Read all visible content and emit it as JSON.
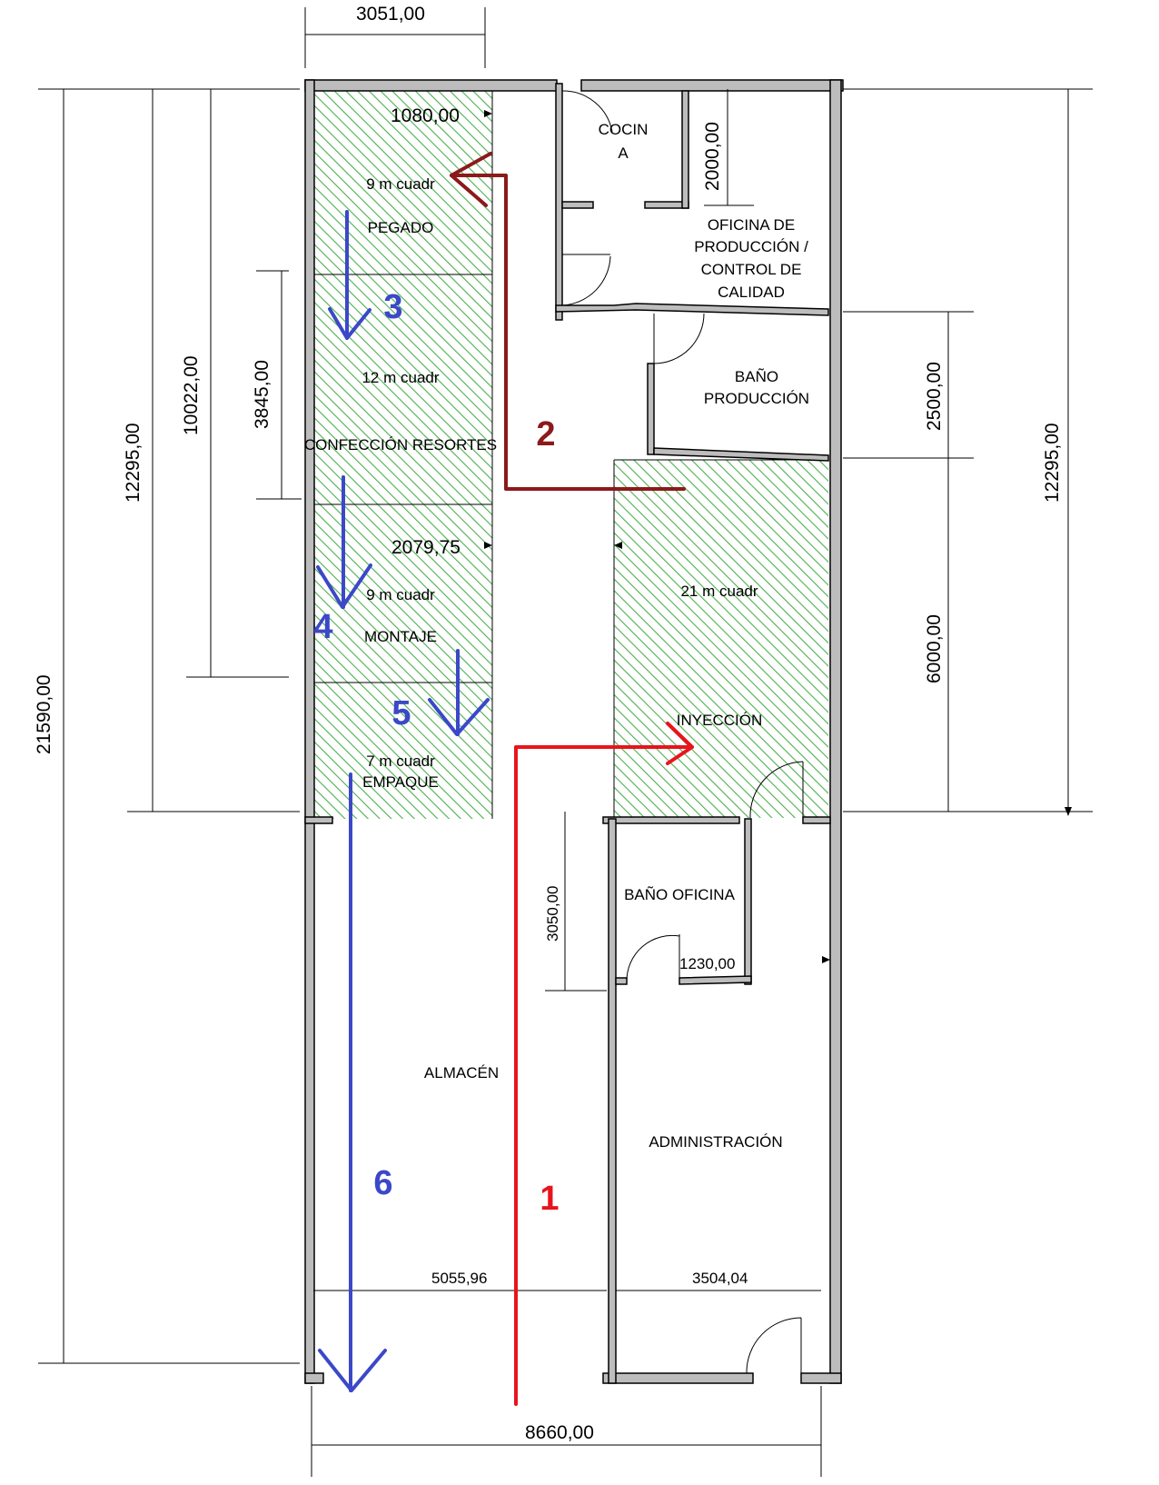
{
  "dimensions": {
    "top_width": "3051,00",
    "bottom_width": "8660,00",
    "left_total": "21590,00",
    "left_upper": "12295,00",
    "left_mid": "10022,00",
    "left_small": "3845,00",
    "right_upper": "12295,00",
    "right_bath": "2500,00",
    "right_inyeccion": "6000,00",
    "kitchen_height": "2000,00",
    "pegado_width": "1080,00",
    "montaje_width": "2079,75",
    "bano_oficina_height": "3050,00",
    "bano_oficina_width": "1230,00",
    "almacen_width": "5055,96",
    "admin_width": "3504,04"
  },
  "rooms": {
    "cocina_line1": "COCIN",
    "cocina_line2": "A",
    "oficina_line1": "OFICINA DE",
    "oficina_line2": "PRODUCCIÓN /",
    "oficina_line3": "CONTROL DE",
    "oficina_line4": "CALIDAD",
    "bano_prod_line1": "BAÑO",
    "bano_prod_line2": "PRODUCCIÓN",
    "pegado_area": "9 m cuadr",
    "pegado": "PEGADO",
    "resortes_area": "12 m cuadr",
    "resortes": "CONFECCIÓN RESORTES",
    "montaje_area": "9 m cuadr",
    "montaje": "MONTAJE",
    "empaque_area": "7 m cuadr",
    "empaque": "EMPAQUE",
    "inyeccion_area": "21 m cuadr",
    "inyeccion": "INYECCIÓN",
    "bano_oficina": "BAÑO OFICINA",
    "almacen": "ALMACÉN",
    "administracion": "ADMINISTRACIÓN"
  },
  "flow_steps": {
    "step1": "1",
    "step2": "2",
    "step3": "3",
    "step4": "4",
    "step5": "5",
    "step6": "6"
  },
  "colors": {
    "hatch_green": "#4caf50",
    "flow_red": "#e8141c",
    "flow_darkred": "#8b1a1a",
    "flow_blue": "#3b48c8"
  }
}
